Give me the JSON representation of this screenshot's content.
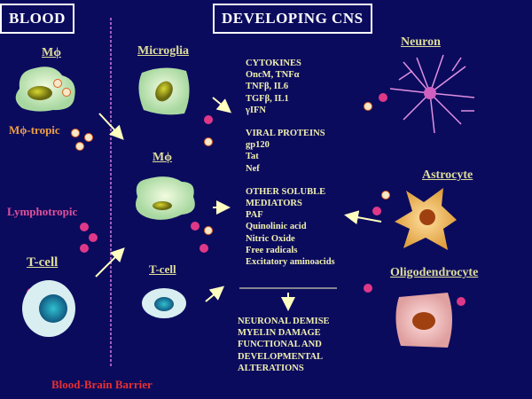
{
  "headers": {
    "blood": "BLOOD",
    "cns": "DEVELOPING CNS"
  },
  "blood": {
    "macrophage": "Mϕ",
    "mtropic": "Mϕ-tropic",
    "lymphotropic": "Lymphotropic",
    "tcell": "T-cell",
    "barrier": "Blood-Brain Barrier"
  },
  "cns": {
    "microglia": "Microglia",
    "macrophage": "Mϕ",
    "tcell": "T-cell",
    "neuron": "Neuron",
    "astrocyte": "Astrocyte",
    "oligodendrocyte": "Oligodendrocyte"
  },
  "mediators": {
    "cytokines": [
      "CYTOKINES",
      "OncM, TNFα",
      "TNFβ, IL6",
      "TGFβ,  IL1",
      "γIFN"
    ],
    "viral": [
      "VIRAL PROTEINS",
      "gp120",
      "Tat",
      "Nef"
    ],
    "other": [
      "OTHER SOLUBLE",
      "MEDIATORS",
      "PAF",
      "Quinolinic acid",
      "Nitric Oxide",
      "Free radicals",
      "Excitatory aminoacids"
    ]
  },
  "outcomes": [
    "NEURONAL DEMISE",
    "MYELIN DAMAGE",
    "FUNCTIONAL AND",
    "DEVELOPMENTAL",
    "ALTERATIONS"
  ],
  "colors": {
    "background": "#0b0b5e",
    "orange": "#f0a040",
    "pink": "#e0509a",
    "red": "#e83030"
  }
}
